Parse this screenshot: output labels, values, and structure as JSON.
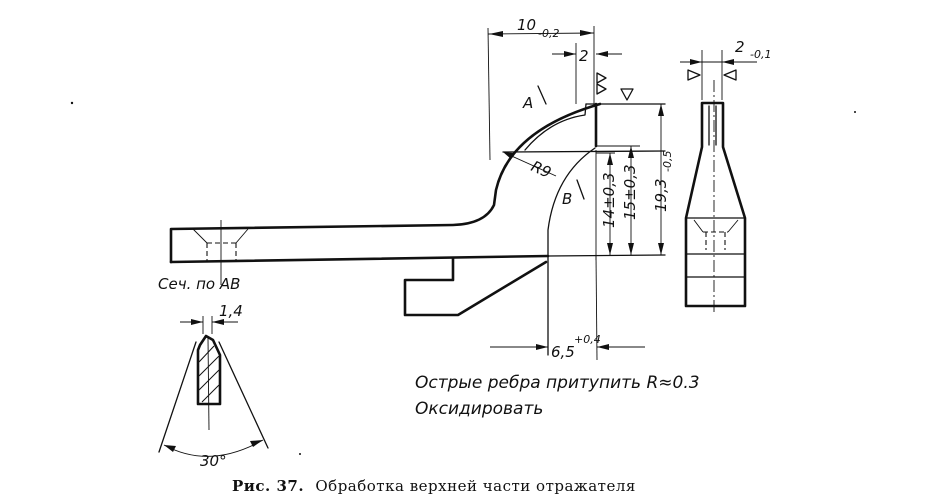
{
  "drawing": {
    "dimensions": {
      "width_top": "10",
      "width_top_tol": "-0,2",
      "slot_width": "2",
      "side_width": "2",
      "side_width_tol": "-0,1",
      "h14": "14±0,3",
      "h15": "15±0,3",
      "h19": "19,3",
      "h19_tol": "-0,5",
      "offset": "6,5",
      "offset_tol": "+0,4",
      "radius": "R9",
      "section_thickness": "1,4",
      "section_angle": "30°"
    },
    "labels": {
      "point_a": "A",
      "point_b": "B",
      "section_title": "Сеч. по AB"
    },
    "notes": [
      "Острые ребра притупить R≈0.3",
      "Оксидировать"
    ],
    "caption": {
      "prefix": "Рис. 37.",
      "text": "Обработка  верхней  части отражателя"
    }
  }
}
